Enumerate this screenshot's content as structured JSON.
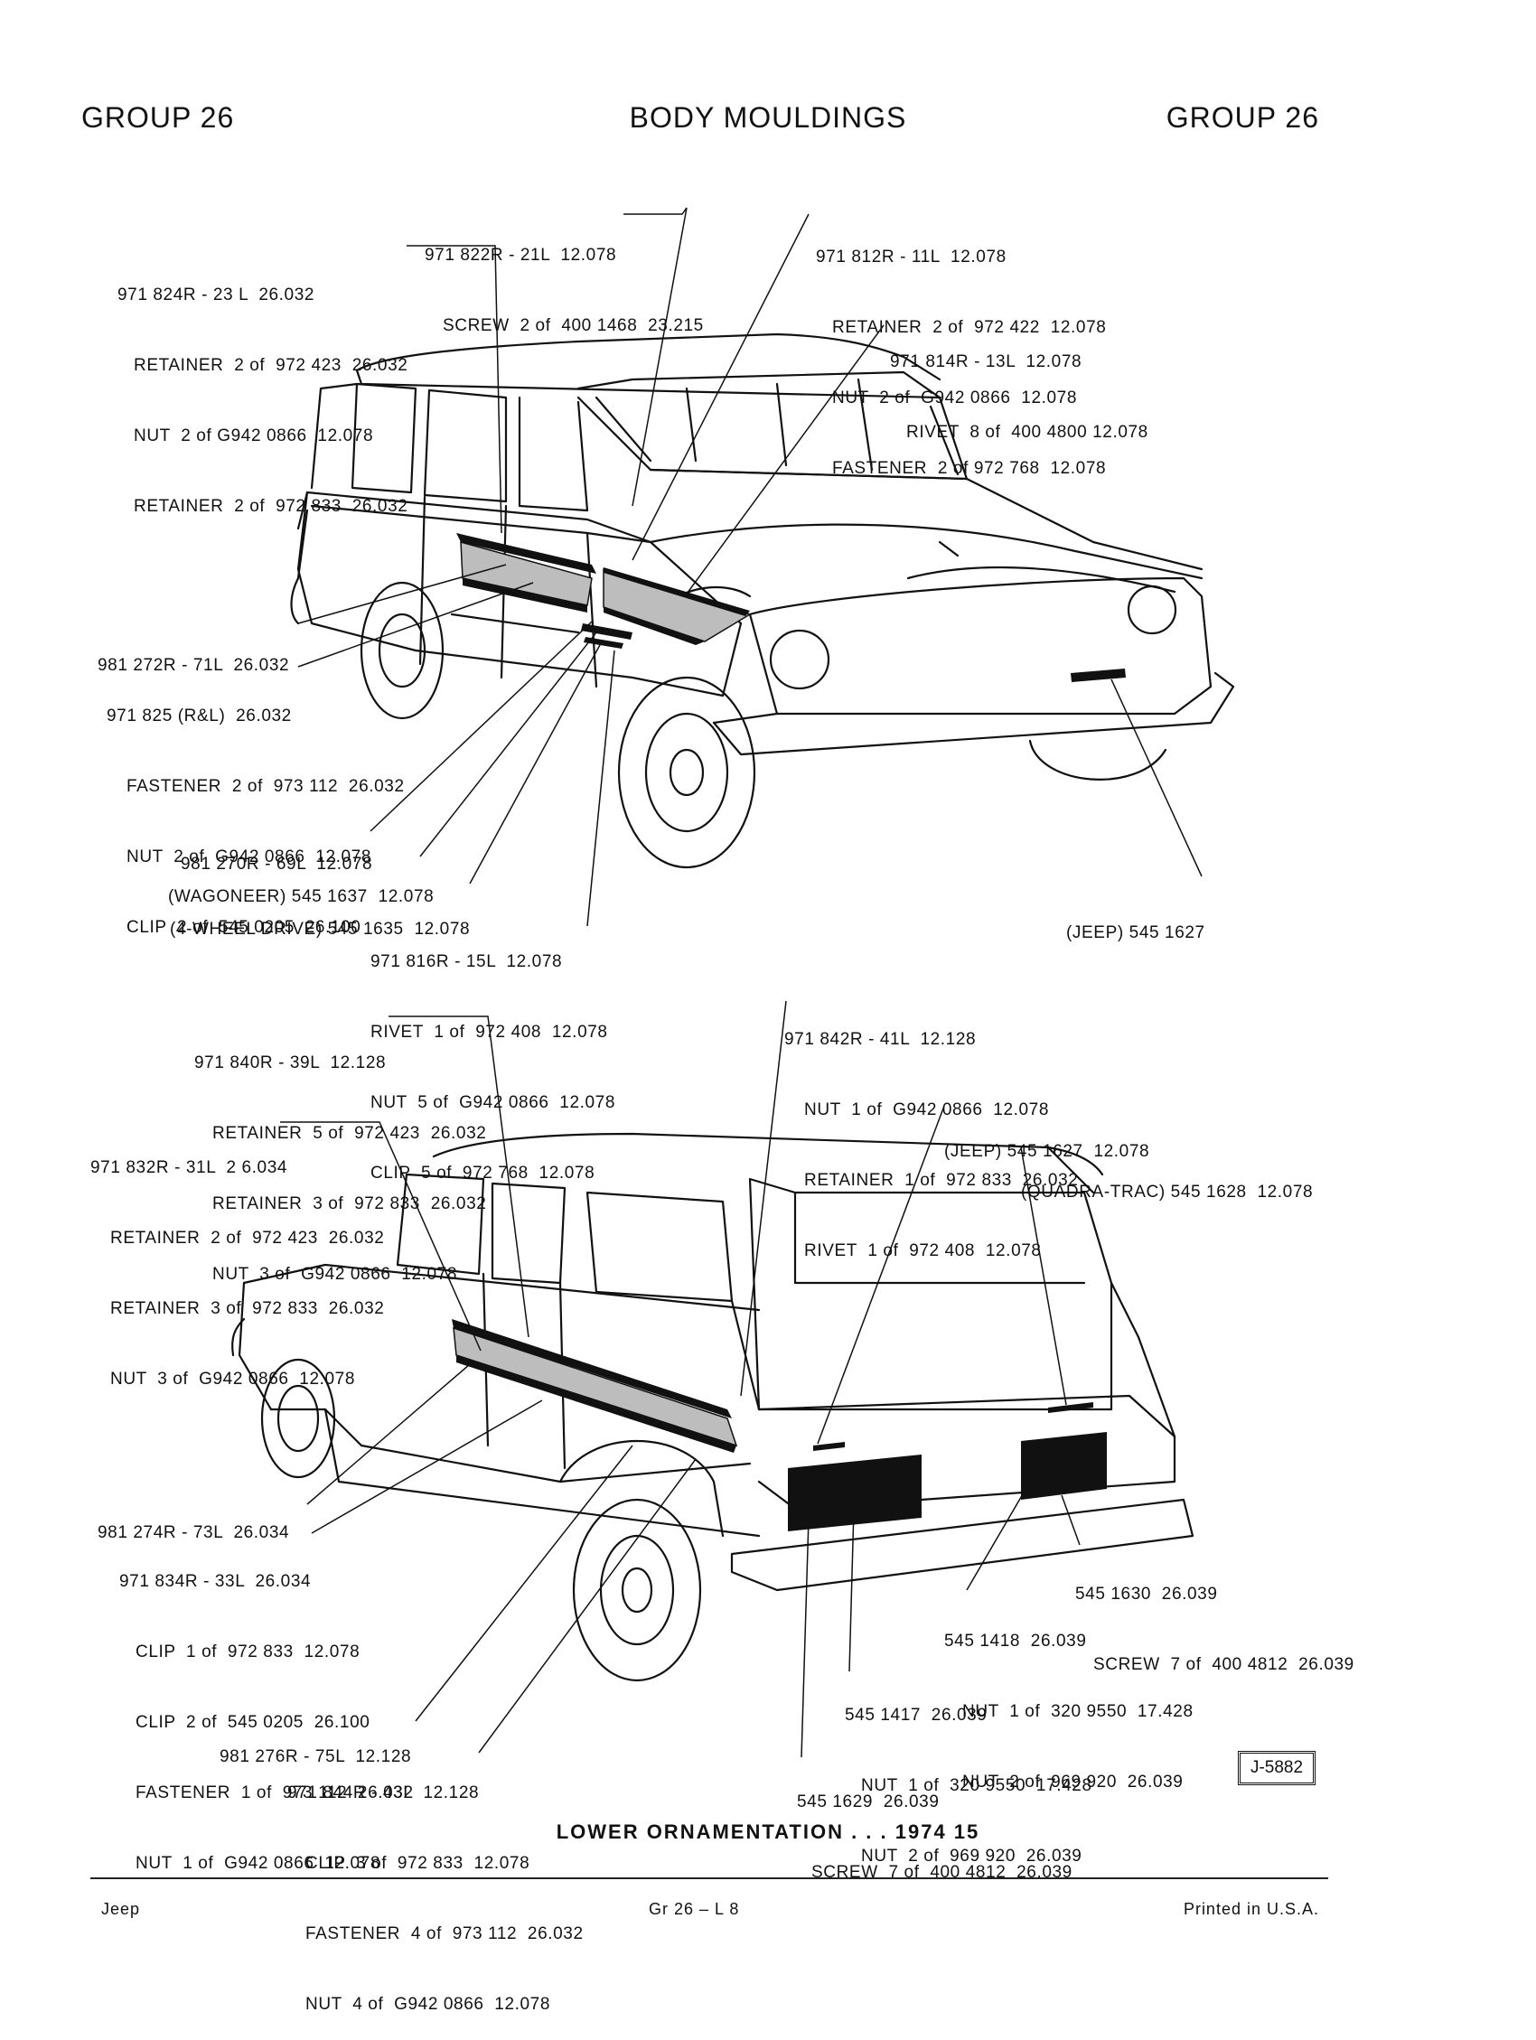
{
  "header": {
    "group_left": "GROUP 26",
    "title": "BODY MOULDINGS",
    "group_right": "GROUP 26"
  },
  "callouts_front": {
    "c1": [
      "971 822R - 21L  12.078",
      "SCREW  2 of  400 1468  23.215"
    ],
    "c2": [
      "971 824R - 23 L  26.032",
      "RETAINER  2 of  972 423  26.032",
      "NUT  2 of G942 0866  12.078",
      "RETAINER  2 of  972 833  26.032"
    ],
    "c3": [
      "971 812R - 11L  12.078",
      "RETAINER  2 of  972 422  12.078",
      "NUT  2 of  G942 0866  12.078",
      "FASTENER  2 of 972 768  12.078"
    ],
    "c4": [
      "971 814R - 13L  12.078",
      "RIVET  8 of  400 4800 12.078"
    ],
    "c5": [
      "981 272R - 71L  26.032"
    ],
    "c6": [
      "971 825 (R&L)  26.032",
      "FASTENER  2 of  973 112  26.032",
      "NUT  2 of  G942 0866  12.078",
      "CLIP  2 of  545 0205  26.100"
    ],
    "c7": [
      "981 270R - 69L  12.078"
    ],
    "c8": [
      "(WAGONEER) 545 1637  12.078"
    ],
    "c9": [
      "(4-WHEEL DRIVE) 545 1635  12.078"
    ],
    "c10": [
      "(JEEP) 545 1627"
    ],
    "c11": [
      "971 816R - 15L  12.078",
      "RIVET  1 of  972 408  12.078",
      "NUT  5 of  G942 0866  12.078",
      "CLIP  5 of  972 768  12.078"
    ]
  },
  "callouts_rear": {
    "r1": [
      "971 840R - 39L  12.128",
      "RETAINER  5 of  972 423  26.032",
      "RETAINER  3 of  972 833  26.032",
      "NUT  3 of  G942 0866  12.078"
    ],
    "r2": [
      "971 832R - 31L  2 6.034",
      "RETAINER  2 of  972 423  26.032",
      "RETAINER  3 of  972 833  26.032",
      "NUT  3 of  G942 0866  12.078"
    ],
    "r3": [
      "971 842R - 41L  12.128",
      "NUT  1 of  G942 0866  12.078",
      "RETAINER  1 of  972 833  26.032",
      "RIVET  1 of  972 408  12.078"
    ],
    "r4": [
      "(JEEP) 545 1627  12.078"
    ],
    "r5": [
      "(QUADRA-TRAC) 545 1628  12.078"
    ],
    "r6": [
      "981 274R - 73L  26.034"
    ],
    "r7": [
      "971 834R - 33L  26.034",
      "CLIP  1 of  972 833  12.078",
      "CLIP  2 of  545 0205  26.100",
      "FASTENER  1 of  973 112  26.032",
      "NUT  1 of  G942 0866  12.078"
    ],
    "r8": [
      "545 1630  26.039",
      "SCREW  7 of  400 4812  26.039"
    ],
    "r9": [
      "545 1418  26.039",
      "NUT  1 of  320 9550  17.428",
      "NUT  2 of  969 920  26.039"
    ],
    "r10": [
      "545 1417  26.039",
      "NUT  1 of  320 9550  17.428",
      "NUT  2 of  969 920  26.039"
    ],
    "r11": [
      "981 276R - 75L  12.128"
    ],
    "r12": [
      "971 844R - 43L  12.128",
      "CLIP  3 of  972 833  12.078",
      "FASTENER  4 of  973 112  26.032",
      "NUT  4 of  G942 0866  12.078"
    ],
    "r13": [
      "545 1629  26.039",
      "SCREW  7 of  400 4812  26.039"
    ]
  },
  "figure_ref": "J-5882",
  "caption": "LOWER ORNAMENTATION . . . 1974  15",
  "footer": {
    "left": "Jeep",
    "center": "Gr 26  –  L 8",
    "right": "Printed  in U.S.A."
  }
}
